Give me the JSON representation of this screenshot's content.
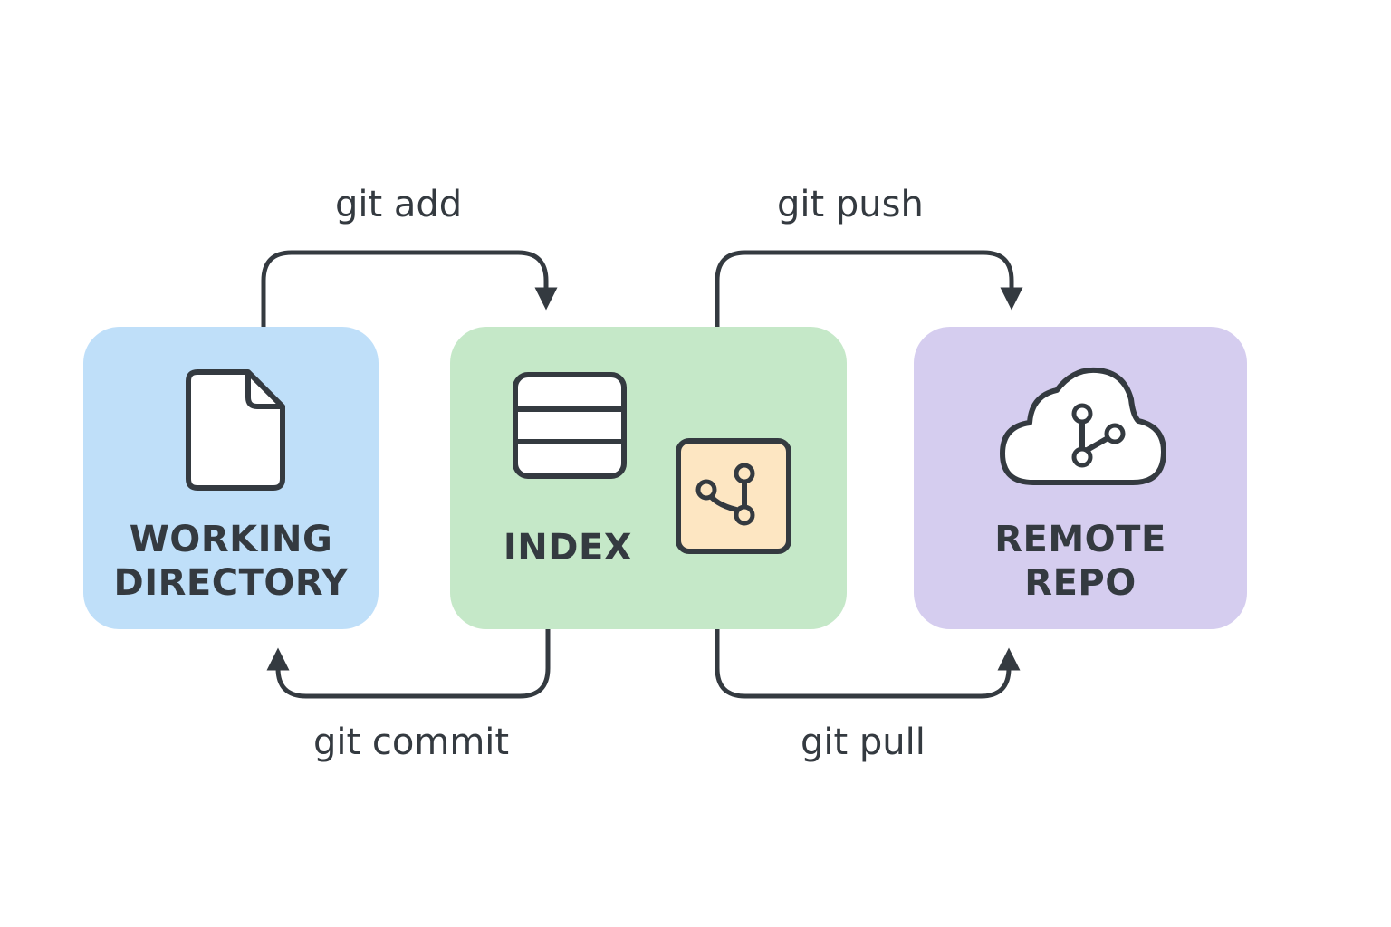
{
  "commands": {
    "add": "git add",
    "push": "git push",
    "commit": "git commit",
    "pull": "git pull"
  },
  "boxes": {
    "working": {
      "line1": "WORKING",
      "line2": "DIRECTORY",
      "color": "#bfdff9",
      "icon": "file-icon"
    },
    "index": {
      "label": "INDEX",
      "color": "#c5e8c8",
      "icon": "table-icon",
      "badge_icon": "branch-icon",
      "badge_color": "#fde6c2"
    },
    "remote": {
      "line1": "REMOTE",
      "line2": "REPO",
      "color": "#d5cdef",
      "icon": "cloud-branch-icon"
    }
  },
  "colors": {
    "stroke": "#343a40",
    "text": "#343a40",
    "background": "#ffffff"
  }
}
